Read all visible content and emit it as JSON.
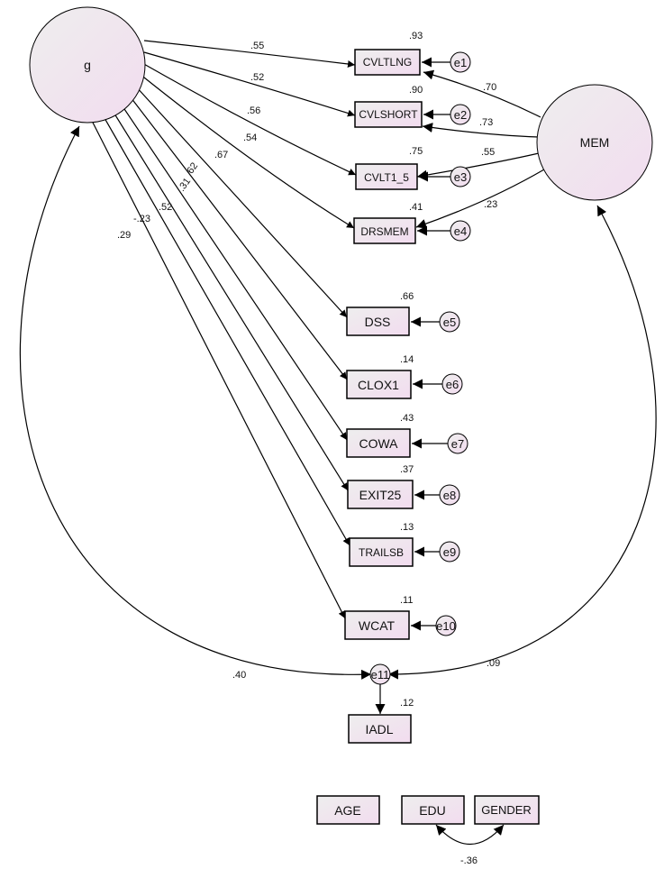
{
  "colors": {
    "fill_gray": "#eeeeee",
    "fill_pink": "#f2dcef",
    "stroke": "#000000"
  },
  "latents": {
    "g": "g",
    "mem": "MEM"
  },
  "observed": {
    "cvltlng": "CVLTLNG",
    "cvlshort": "CVLSHORT",
    "cvlt1_5": "CVLT1_5",
    "drsmem": "DRSMEM",
    "dss": "DSS",
    "clox1": "CLOX1",
    "cowa": "COWA",
    "exit25": "EXIT25",
    "trailsb": "TRAILSB",
    "wcat": "WCAT",
    "iadl": "IADL",
    "age": "AGE",
    "edu": "EDU",
    "gender": "GENDER"
  },
  "errors": {
    "e1": "e1",
    "e2": "e2",
    "e3": "e3",
    "e4": "e4",
    "e5": "e5",
    "e6": "e6",
    "e7": "e7",
    "e8": "e8",
    "e9": "e9",
    "e10": "e10",
    "e11": "e11"
  },
  "r_squared": {
    "cvltlng": ".93",
    "cvlshort": ".90",
    "cvlt1_5": ".75",
    "drsmem": ".41",
    "dss": ".66",
    "clox1": ".14",
    "cowa": ".43",
    "exit25": ".37",
    "trailsb": ".13",
    "wcat": ".11",
    "iadl": ".12"
  },
  "g_loadings": {
    "cvltlng": ".55",
    "cvlshort": ".52",
    "cvlt1_5": ".56",
    "drsmem": ".54",
    "dss": ".67",
    "clox1": ".62",
    "cowa": ".31",
    "exit25": ".52",
    "trailsb": "-.23",
    "wcat": ".29"
  },
  "mem_loadings": {
    "cvltlng": ".70",
    "cvlshort": ".73",
    "cvlt1_5": ".55",
    "drsmem": ".23"
  },
  "paths": {
    "g_iadl": ".40",
    "mem_iadl": ".09",
    "edu_gender": "-.36"
  }
}
